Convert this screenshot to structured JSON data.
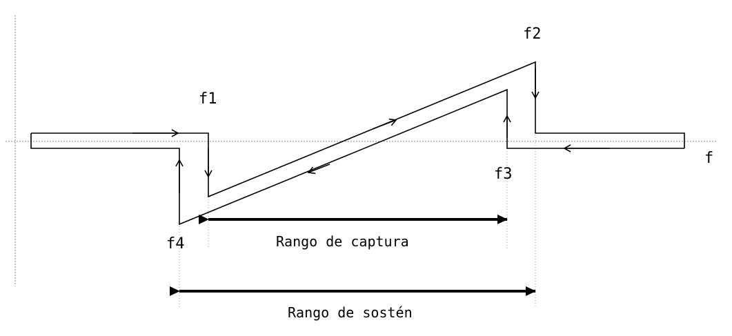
{
  "labels": {
    "f1": "f1",
    "f2": "f2",
    "f3": "f3",
    "f4": "f4",
    "f": "f",
    "capture_range": "Rango de captura",
    "hold_range": "Rango de sostén"
  }
}
